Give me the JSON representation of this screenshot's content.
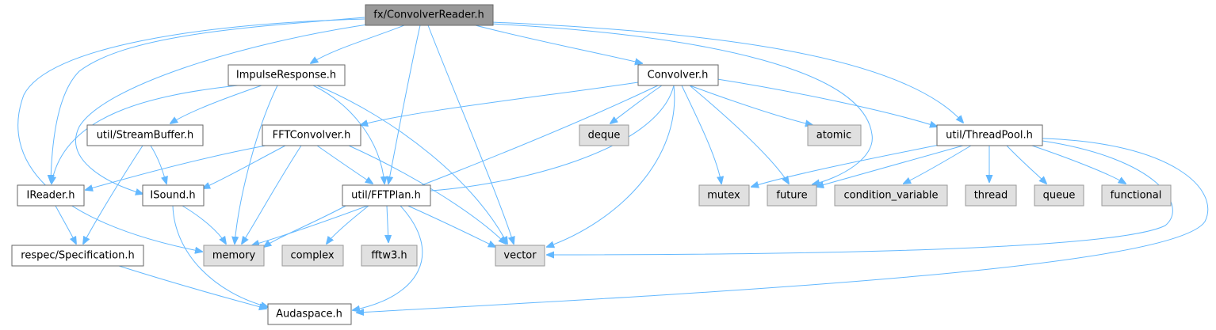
{
  "graph": {
    "nodes": {
      "fx_convolverreader": "fx/ConvolverReader.h",
      "impulseresponse": "ImpulseResponse.h",
      "convolver": "Convolver.h",
      "streambuffer": "util/StreamBuffer.h",
      "fftconvolver": "FFTConvolver.h",
      "deque": "deque",
      "atomic": "atomic",
      "threadpool": "util/ThreadPool.h",
      "ireader": "IReader.h",
      "isound": "ISound.h",
      "fftplan": "util/FFTPlan.h",
      "mutex": "mutex",
      "future": "future",
      "condition_variable": "condition_variable",
      "thread": "thread",
      "queue": "queue",
      "functional": "functional",
      "specification": "respec/Specification.h",
      "memory": "memory",
      "complex": "complex",
      "fftw3": "fftw3.h",
      "vector": "vector",
      "audaspace": "Audaspace.h"
    }
  },
  "colors": {
    "edge": "#63b8ff",
    "root_fill": "#999999",
    "local_fill": "#ffffff",
    "system_fill": "#e0e0e0"
  }
}
